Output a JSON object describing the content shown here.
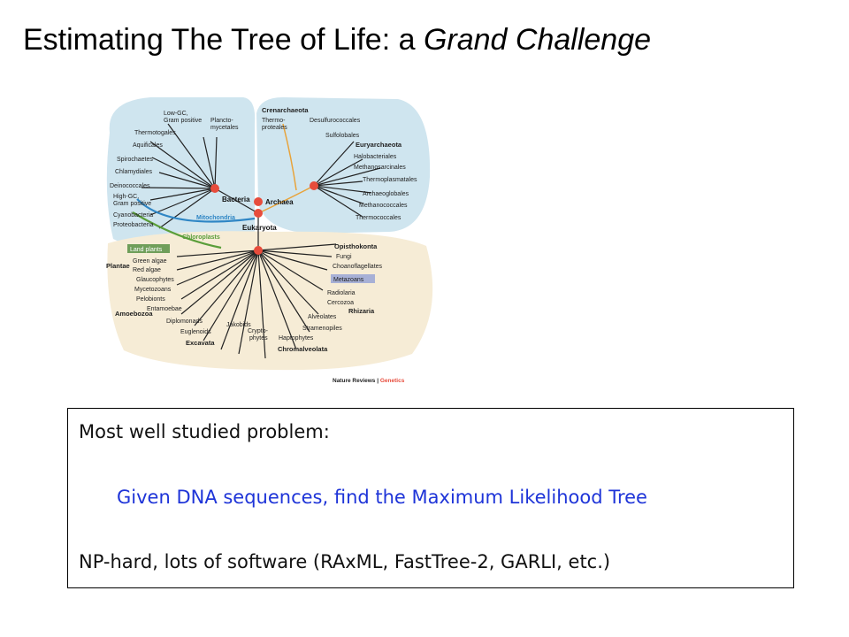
{
  "title": {
    "main": "Estimating The Tree of Life: a ",
    "italic": "Grand Challenge"
  },
  "colors": {
    "bacteria_bg": "#cfe5ef",
    "archaea_bg": "#cfe5ef",
    "eukaryota_bg": "#f6ecd6",
    "node": "#e74c3c",
    "mitochondria": "#2f86c5",
    "chloroplasts": "#5a9e3a",
    "archaea_branch": "#e8a33a",
    "highlight_box_plants": "#6f9e5a",
    "highlight_box_metazoa": "#a7b0d6",
    "text_blue": "#1e34d8"
  },
  "tree": {
    "bacteria_labels": [
      "Low-GC,",
      "Gram positive",
      "Thermotogales",
      "Aquificales",
      "Spirochaetes",
      "Chlamydiales",
      "Deinococcales",
      "High-GC,",
      "Gram positive",
      "Cyanobacteria",
      "Proteobacteria",
      "Plancto-",
      "mycetales"
    ],
    "archaea_labels": [
      "Crenarchaeota",
      "Thermo-",
      "proteales",
      "Desulfurococcales",
      "Sulfolobales",
      "Euryarchaeota",
      "Halobacteriales",
      "Methanosarcinales",
      "Thermoplasmatales",
      "Archaeoglobales",
      "Methanococcales",
      "Thermococcales"
    ],
    "eukaryota_labels": [
      "Land plants",
      "Green algae",
      "Red algae",
      "Plantae",
      "Glaucophytes",
      "Mycetozoans",
      "Pelobionts",
      "Entamoebae",
      "Amoebozoa",
      "Diplomonads",
      "Euglenoids",
      "Excavata",
      "Jakobids",
      "Crypto-",
      "phytes",
      "Haptophytes",
      "Chromalveolata",
      "Stramenopiles",
      "Alveolates",
      "Rhizaria",
      "Cercozoa",
      "Radiolaria",
      "Metazoans",
      "Choanoflagellates",
      "Fungi",
      "Opisthokonta"
    ],
    "domain_labels": {
      "bacteria": "Bacteria",
      "archaea": "Archaea",
      "eukaryota": "Eukaryota"
    },
    "organelle_labels": {
      "mitochondria": "Mitochondria",
      "chloroplasts": "Chloroplasts"
    },
    "credit": {
      "journal": "Nature Reviews",
      "separator": " | ",
      "section": "Genetics"
    }
  },
  "info_box": {
    "line1": "Most well studied problem:",
    "line2": "Given DNA sequences, find the Maximum Likelihood Tree",
    "line3": "NP-hard, lots of software (RAxML, FastTree-2, GARLI, etc.)"
  }
}
